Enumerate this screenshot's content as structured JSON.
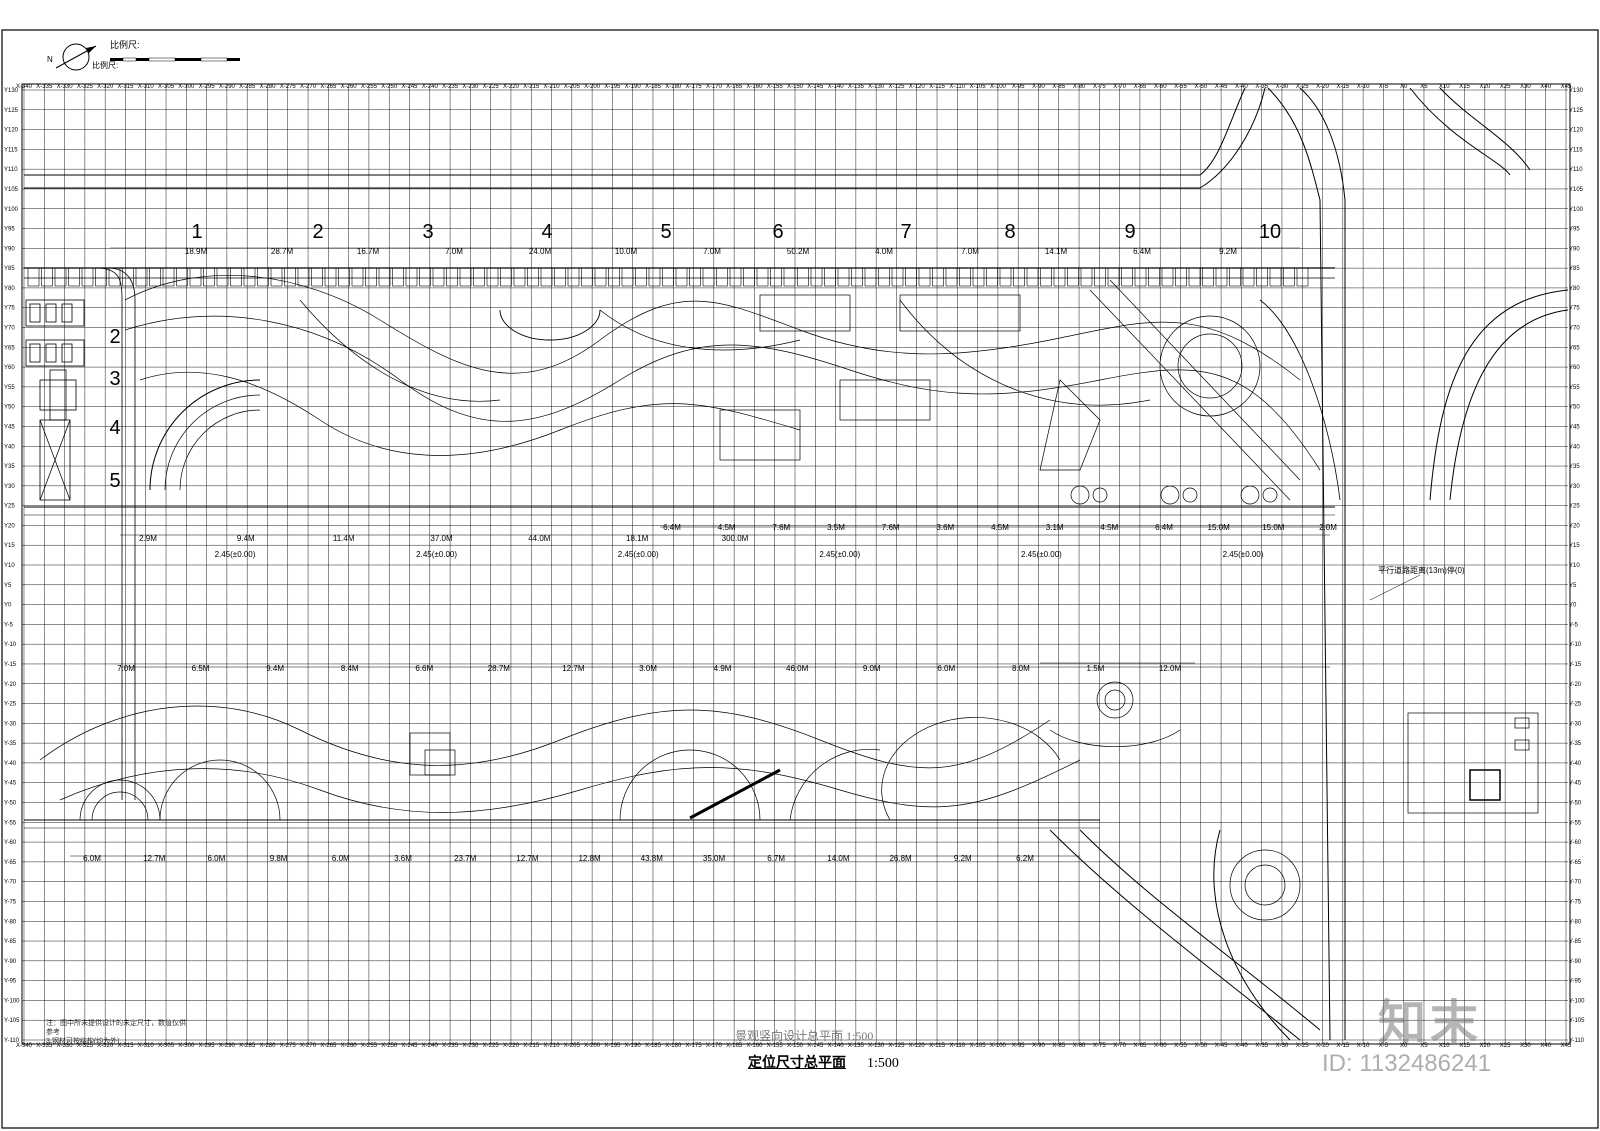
{
  "scale_bar": {
    "label_top": "比例尺:",
    "label_mid": "比例尺:"
  },
  "north_arrow": {
    "letter": "N"
  },
  "grid": {
    "x_labels": [
      "X-340",
      "X-335",
      "X-330",
      "X-325",
      "X-320",
      "X-315",
      "X-310",
      "X-305",
      "X-300",
      "X-295",
      "X-290",
      "X-285",
      "X-280",
      "X-275",
      "X-270",
      "X-265",
      "X-260",
      "X-255",
      "X-250",
      "X-245",
      "X-240",
      "X-235",
      "X-230",
      "X-225",
      "X-220",
      "X-215",
      "X-210",
      "X-205",
      "X-200",
      "X-195",
      "X-190",
      "X-185",
      "X-180",
      "X-175",
      "X-170",
      "X-165",
      "X-160",
      "X-155",
      "X-150",
      "X-145",
      "X-140",
      "X-135",
      "X-130",
      "X-125",
      "X-120",
      "X-115",
      "X-110",
      "X-105",
      "X-100",
      "X-95",
      "X-90",
      "X-85",
      "X-80",
      "X-75",
      "X-70",
      "X-65",
      "X-60",
      "X-55",
      "X-50",
      "X-45",
      "X-40",
      "X-35",
      "X-30",
      "X-25",
      "X-20",
      "X-15",
      "X-10",
      "X-5",
      "X0",
      "X5",
      "X10",
      "X15",
      "X20",
      "X25",
      "X30",
      "X40",
      "X45"
    ],
    "y_labels": [
      "Y130",
      "Y125",
      "Y120",
      "Y115",
      "Y110",
      "Y105",
      "Y100",
      "Y95",
      "Y90",
      "Y85",
      "Y80",
      "Y75",
      "Y70",
      "Y65",
      "Y60",
      "Y55",
      "Y50",
      "Y45",
      "Y40",
      "Y35",
      "Y30",
      "Y25",
      "Y20",
      "Y15",
      "Y10",
      "Y5",
      "Y0",
      "Y-5",
      "Y-10",
      "Y-15",
      "Y-20",
      "Y-25",
      "Y-30",
      "Y-35",
      "Y-40",
      "Y-45",
      "Y-50",
      "Y-55",
      "Y-60",
      "Y-65",
      "Y-70",
      "Y-75",
      "Y-80",
      "Y-85",
      "Y-90",
      "Y-95",
      "Y-100",
      "Y-105",
      "Y-110"
    ]
  },
  "zones_top": [
    "1",
    "2",
    "3",
    "4",
    "5",
    "6",
    "7",
    "8",
    "9",
    "10"
  ],
  "zones_left": [
    "2",
    "3",
    "4",
    "5"
  ],
  "dim_labels_top": [
    "18.9M",
    "28.7M",
    "16.7M",
    "7.0M",
    "24.0M",
    "10.0M",
    "7.0M",
    "50.2M",
    "4.0M",
    "7.0M",
    "14.1M",
    "6.4M",
    "9.2M"
  ],
  "dim_labels_row2": [
    "6.4M",
    "4.5M",
    "7.6M",
    "3.5M",
    "7.6M",
    "3.6M",
    "4.5M",
    "3.1M",
    "4.5M",
    "6.4M",
    "15.0M",
    "15.0M",
    "2.0M"
  ],
  "dim_labels_mid": [
    "2.9M",
    "9.4M",
    "11.4M",
    "37.0M",
    "44.0M",
    "18.1M",
    "300.0M"
  ],
  "elev_labels": [
    "2.45(±0.00)",
    "2.45(±0.00)",
    "2.45(±0.00)",
    "2.45(±0.00)",
    "2.45(±0.00)",
    "2.45(±0.00)"
  ],
  "dim_labels_low": [
    "6.0M",
    "12.7M",
    "6.0M",
    "9.8M",
    "6.0M",
    "3.6M",
    "23.7M",
    "12.7M",
    "12.8M",
    "43.8M",
    "35.0M",
    "6.7M",
    "14.0M",
    "26.8M",
    "9.2M",
    "6.2M"
  ],
  "dim_labels_south": [
    "7.0M",
    "6.5M",
    "9.4M",
    "8.4M",
    "6.6M",
    "28.7M",
    "12.7M",
    "3.0M",
    "4.9M",
    "46.0M",
    "9.0M",
    "6.0M",
    "8.0M",
    "1.5M",
    "12.0M"
  ],
  "callout": "平行道路距离(13m)停(0)",
  "note_lines": [
    "注：图中所未提供设计的未定尺寸，数值仅供参考",
    "3.钢材可按结构(均为外)"
  ],
  "title_ghost": "景观竖向设计总平面  1:500",
  "title": {
    "text": "定位尺寸总平面",
    "scale": "1:500"
  },
  "watermark": {
    "logo": "知末",
    "id": "ID: 1132486241"
  }
}
